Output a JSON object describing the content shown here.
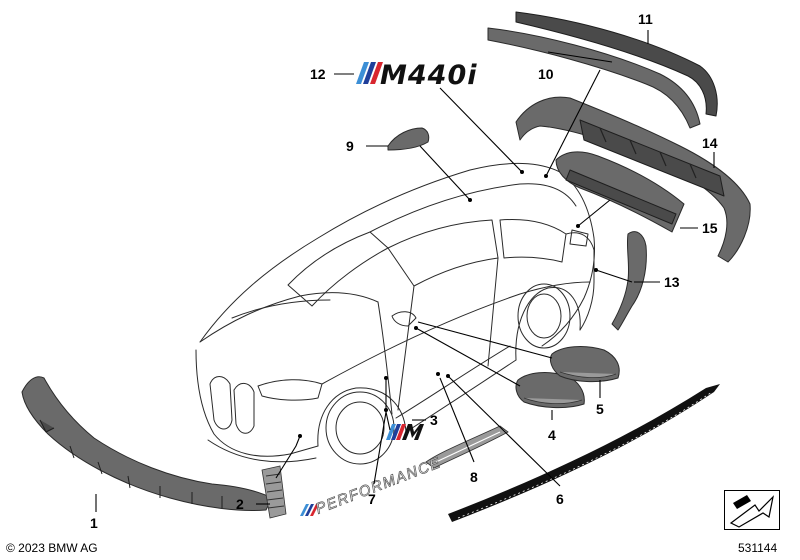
{
  "callouts": {
    "c1": "1",
    "c2": "2",
    "c3": "3",
    "c4": "4",
    "c5": "5",
    "c6": "6",
    "c7": "7",
    "c8": "8",
    "c9": "9",
    "c10": "10",
    "c11": "11",
    "c12": "12",
    "c13": "13",
    "c14": "14",
    "c15": "15"
  },
  "badges": {
    "model_badge": "M440i",
    "performance_text": "PERFORMANCE"
  },
  "footer": {
    "copyright": "© 2023 BMW AG",
    "reference": "531144"
  },
  "icons": {
    "m_stripes": "m-stripes-icon",
    "corner": "diagram-corner-icon"
  },
  "colors": {
    "m_blue_light": "#3c8fd6",
    "m_blue_dark": "#1f3f9a",
    "m_red": "#d8262f",
    "part_gray": "#6a6a6a"
  }
}
